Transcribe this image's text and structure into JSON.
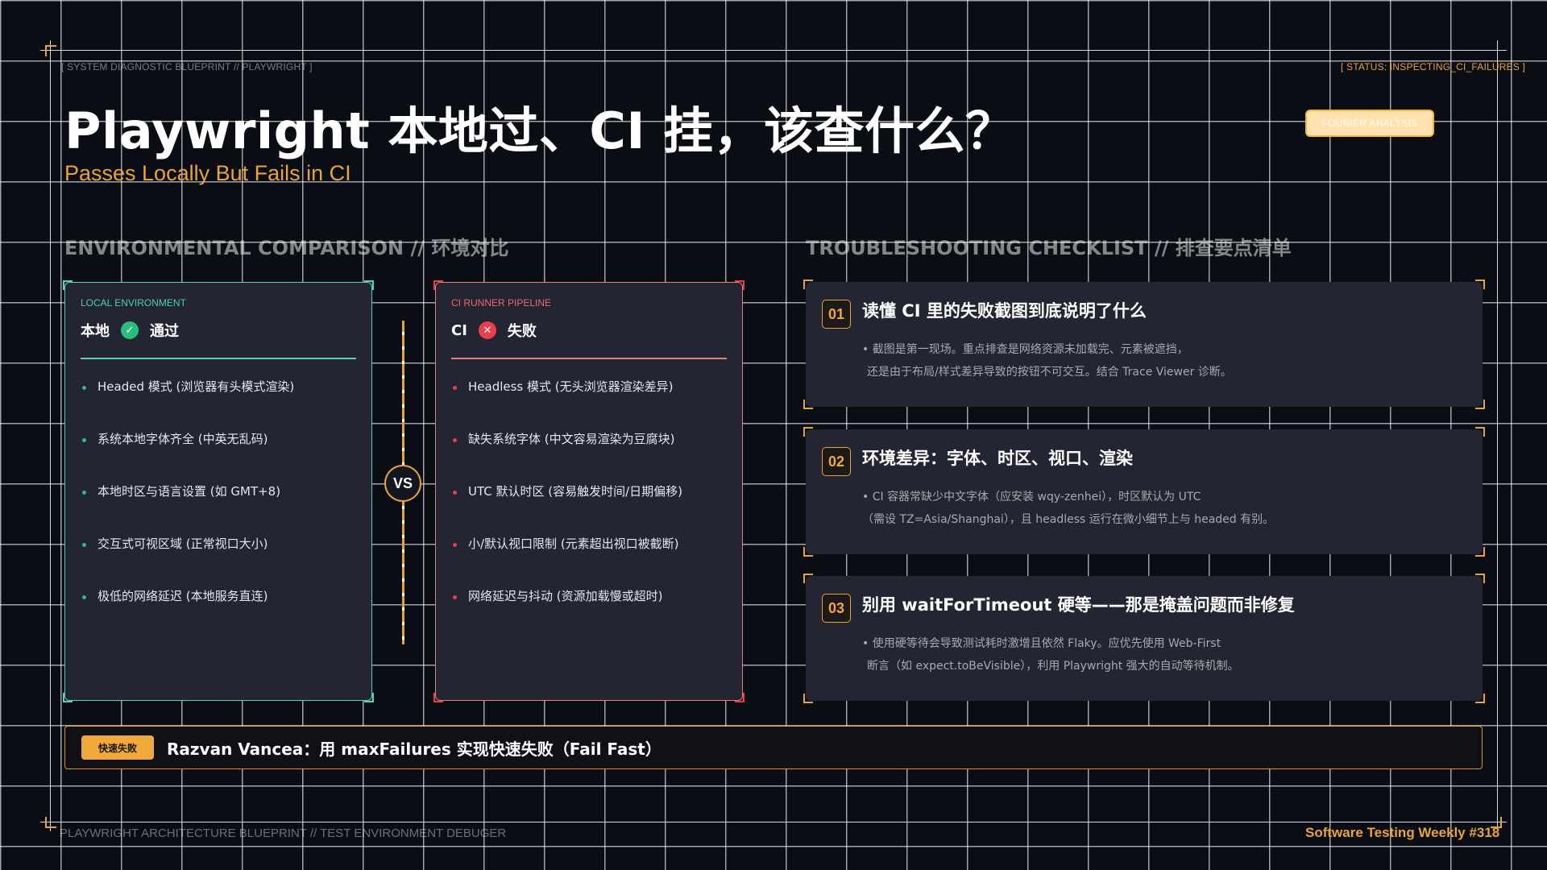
{
  "header": {
    "meta_left": "[ SYSTEM DIAGNOSTIC BLUEPRINT // PLAYWRIGHT ]",
    "meta_right": "[ STATUS: INSPECTING_CI_FAILURES ]",
    "title": "Playwright 本地过、CI 挂，该查什么？",
    "subtitle": "Passes Locally But Fails in CI",
    "badge": "FOURIER ANALYSIS"
  },
  "comparison": {
    "heading": "ENVIRONMENTAL COMPARISON // 环境对比",
    "vs_label": "VS",
    "local": {
      "tag": "LOCAL ENVIRONMENT",
      "env_label": "本地",
      "status_icon": "check-icon",
      "status_label": "通过",
      "items": [
        "Headed 模式 (浏览器有头模式渲染)",
        "系统本地字体齐全 (中英无乱码)",
        "本地时区与语言设置 (如 GMT+8)",
        "交互式可视区域 (正常视口大小)",
        "极低的网络延迟 (本地服务直连)"
      ]
    },
    "ci": {
      "tag": "CI RUNNER PIPELINE",
      "env_label": "CI",
      "status_icon": "cross-icon",
      "status_label": "失败",
      "items": [
        "Headless 模式 (无头浏览器渲染差异)",
        "缺失系统字体 (中文容易渲染为豆腐块)",
        "UTC 默认时区 (容易触发时间/日期偏移)",
        "小/默认视口限制 (元素超出视口被截断)",
        "网络延迟与抖动 (资源加载慢或超时)"
      ]
    }
  },
  "checklist": {
    "heading": "TROUBLESHOOTING CHECKLIST // 排查要点清单",
    "items": [
      {
        "num": "01",
        "title": "读懂 CI 里的失败截图到底说明了什么",
        "desc_1": "• 截图是第一现场。重点排查是网络资源未加载完、元素被遮挡，",
        "desc_2": "还是由于布局/样式差异导致的按钮不可交互。结合 Trace Viewer 诊断。"
      },
      {
        "num": "02",
        "title": "环境差异：字体、时区、视口、渲染",
        "desc_1": "• CI 容器常缺少中文字体（应安装 wqy-zenhei），时区默认为 UTC",
        "desc_2": "（需设 TZ=Asia/Shanghai），且 headless 运行在微小细节上与 headed 有别。"
      },
      {
        "num": "03",
        "title": "别用 waitForTimeout 硬等——那是掩盖问题而非修复",
        "desc_1": "• 使用硬等待会导致测试耗时激增且依然 Flaky。应优先使用 Web-First",
        "desc_2": "断言（如 expect.toBeVisible），利用 Playwright 强大的自动等待机制。"
      }
    ]
  },
  "tip_bar": {
    "badge": "快速失败",
    "text": "Razvan Vancea：用 maxFailures 实现快速失败（Fail Fast）"
  },
  "footer": {
    "left": "PLAYWRIGHT ARCHITECTURE BLUEPRINT // TEST ENVIRONMENT DEBUGER",
    "right": "Software Testing Weekly #318"
  },
  "colors": {
    "accent": "#e8a33a",
    "pass": "#2bbd7e",
    "fail": "#e8404a",
    "card": "#232532",
    "background": "#0b0d15"
  }
}
